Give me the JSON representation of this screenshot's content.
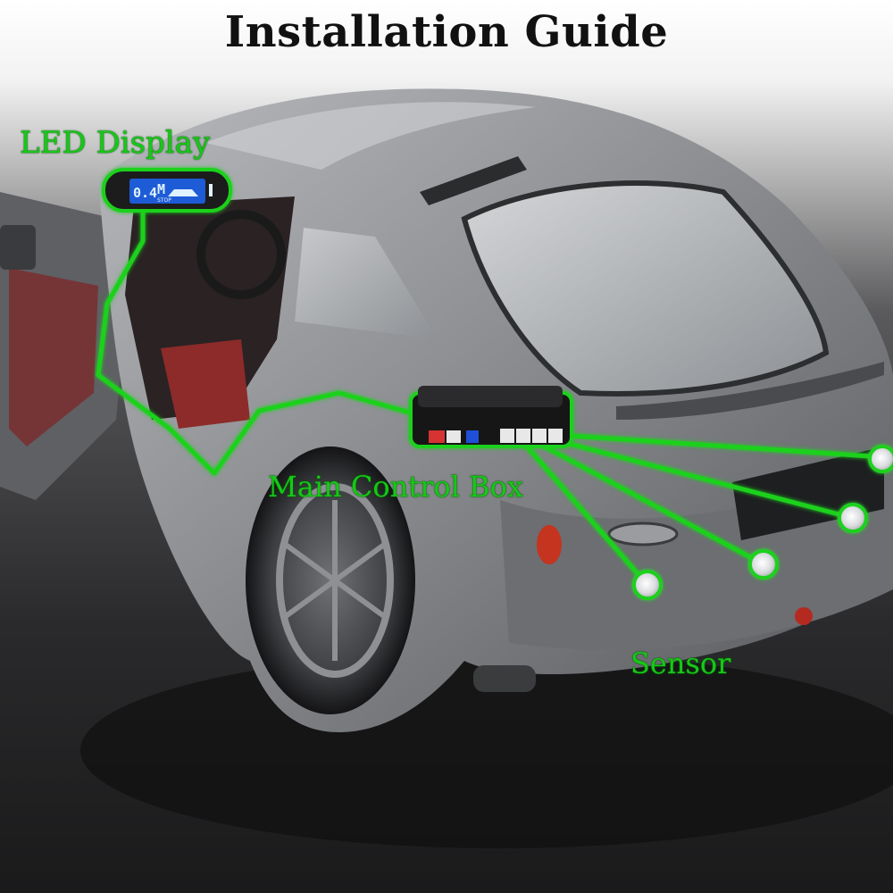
{
  "title": "Installation Guide",
  "labels": {
    "led_display": "LED Display",
    "main_control_box": "Main Control Box",
    "sensor": "Sensor"
  },
  "lcd": {
    "distance": "0.4",
    "unit": "M",
    "status": "STOP"
  },
  "colors": {
    "wire_green": "#1fd11f",
    "label_green": "#16c916",
    "car_body": "#8a8c90",
    "lcd_blue": "#1e5bd6"
  }
}
